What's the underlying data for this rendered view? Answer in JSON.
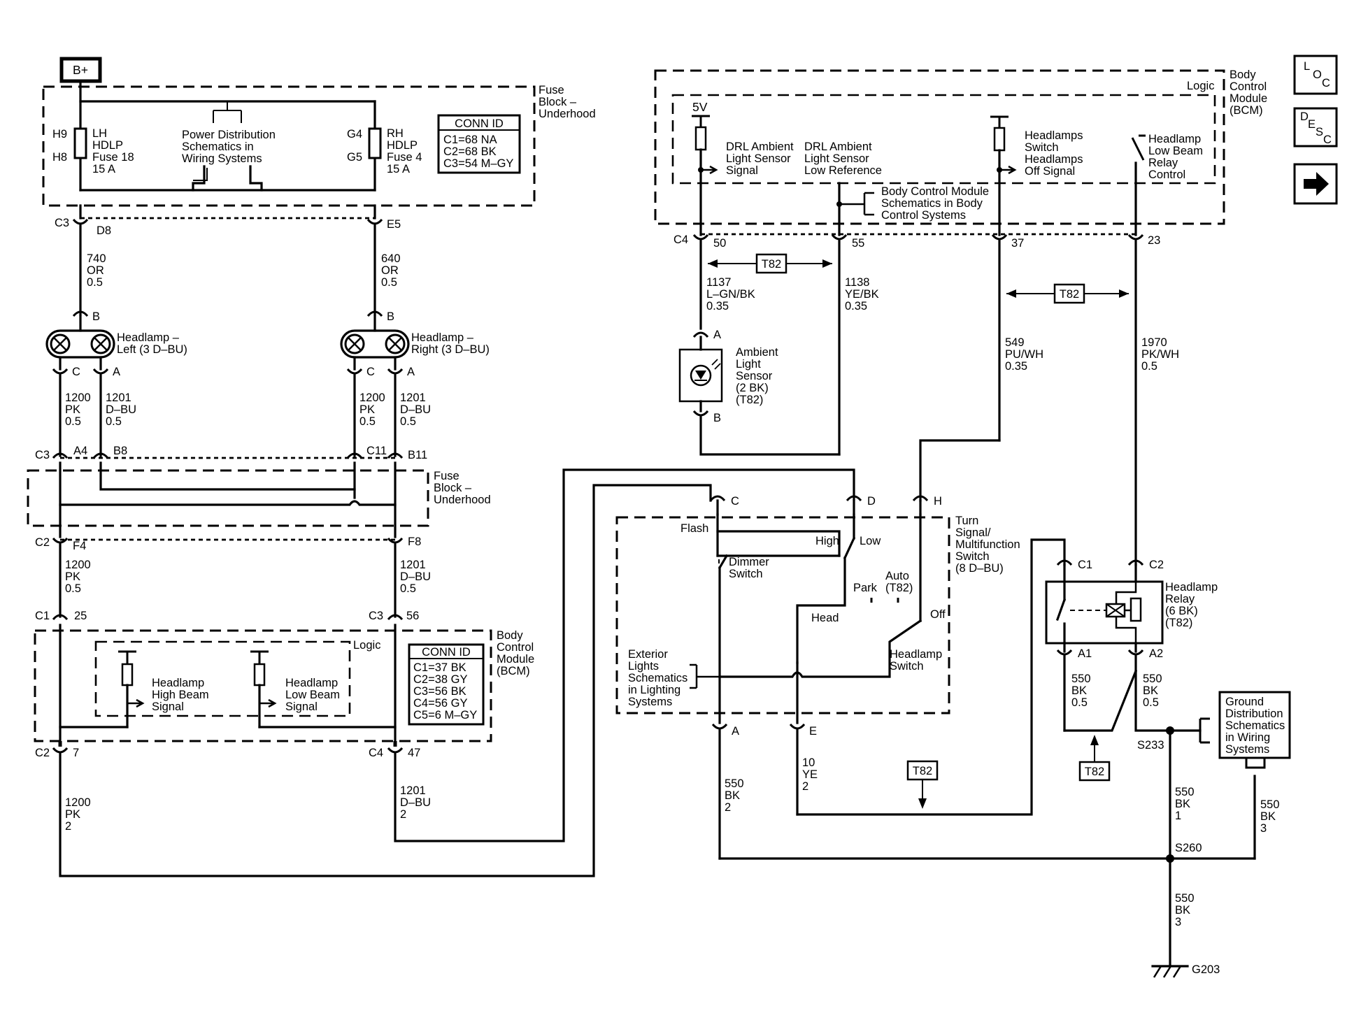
{
  "power": {
    "bplus": "B+"
  },
  "fuse_block_top": {
    "label": [
      "Fuse",
      "Block –",
      "Underhood"
    ],
    "left_fuse": {
      "pins": [
        "H9",
        "H8"
      ],
      "label": [
        "LH",
        "HDLP",
        "Fuse 18",
        "15 A"
      ]
    },
    "right_fuse": {
      "pins": [
        "G4",
        "G5"
      ],
      "label": [
        "RH",
        "HDLP",
        "Fuse 4",
        "15 A"
      ]
    },
    "power_dist": [
      "Power Distribution",
      "Schematics in",
      "Wiring Systems"
    ],
    "conn_id": {
      "title": "CONN ID",
      "rows": [
        "C1=68 NA",
        "C2=68 BK",
        "C3=54 M–GY"
      ]
    }
  },
  "connectors": {
    "c3": "C3",
    "d8": "D8",
    "e5": "E5",
    "c3b": "C3",
    "a4": "A4",
    "b8": "B8",
    "c11": "C11",
    "b11": "B11",
    "c2": "C2",
    "f4": "F4",
    "f8": "F8",
    "c1": "C1",
    "p25": "25",
    "c3c": "C3",
    "p56": "56",
    "c2b": "C2",
    "p7": "7",
    "c4": "C4",
    "p47": "47",
    "bcm_c4": "C4",
    "p50": "50",
    "p55": "55",
    "p37": "37",
    "p23": "23"
  },
  "wires": {
    "w740": [
      "740",
      "OR",
      "0.5"
    ],
    "w640": [
      "640",
      "OR",
      "0.5"
    ],
    "l1200": [
      "1200",
      "PK",
      "0.5"
    ],
    "l1201": [
      "1201",
      "D–BU",
      "0.5"
    ],
    "r1200": [
      "1200",
      "PK",
      "0.5"
    ],
    "r1201": [
      "1201",
      "D–BU",
      "0.5"
    ],
    "m1200": [
      "1200",
      "PK",
      "0.5"
    ],
    "m1201": [
      "1201",
      "D–BU",
      "0.5"
    ],
    "b1200": [
      "1200",
      "PK",
      "2"
    ],
    "b1201": [
      "1201",
      "D–BU",
      "2"
    ],
    "w1137": [
      "1137",
      "L–GN/BK",
      "0.35"
    ],
    "w1138": [
      "1138",
      "YE/BK",
      "0.35"
    ],
    "w549": [
      "549",
      "PU/WH",
      "0.35"
    ],
    "w1970": [
      "1970",
      "PK/WH",
      "0.5"
    ],
    "w550a": [
      "550",
      "BK",
      "2"
    ],
    "w10": [
      "10",
      "YE",
      "2"
    ],
    "w550a1": [
      "550",
      "BK",
      "0.5"
    ],
    "w550a2": [
      "550",
      "BK",
      "0.5"
    ],
    "w550_1": [
      "550",
      "BK",
      "1"
    ],
    "w550_3a": [
      "550",
      "BK",
      "3"
    ],
    "w550_3b": [
      "550",
      "BK",
      "3"
    ]
  },
  "headlamps": {
    "left": {
      "label": [
        "Headlamp –",
        "Left (3 D–BU)"
      ],
      "pin_b": "B",
      "pin_c": "C",
      "pin_a": "A"
    },
    "right": {
      "label": [
        "Headlamp –",
        "Right (3 D–BU)"
      ],
      "pin_b": "B",
      "pin_c": "C",
      "pin_a": "A"
    }
  },
  "fuse_block_mid": {
    "label": [
      "Fuse",
      "Block –",
      "Underhood"
    ]
  },
  "bcm_bottom": {
    "label": [
      "Body",
      "Control",
      "Module",
      "(BCM)"
    ],
    "logic": "Logic",
    "high_beam": [
      "Headlamp",
      "High Beam",
      "Signal"
    ],
    "low_beam": [
      "Headlamp",
      "Low Beam",
      "Signal"
    ],
    "conn_id": {
      "title": "CONN ID",
      "rows": [
        "C1=37 BK",
        "C2=38 GY",
        "C3=56 BK",
        "C4=56 GY",
        "C5=6 M–GY"
      ]
    }
  },
  "bcm_top": {
    "label": [
      "Body",
      "Control",
      "Module",
      "(BCM)"
    ],
    "logic": "Logic",
    "five_v": "5V",
    "drl_signal": [
      "DRL Ambient",
      "Light Sensor",
      "Signal"
    ],
    "drl_low": [
      "DRL Ambient",
      "Light Sensor",
      "Low Reference"
    ],
    "hl_switch": [
      "Headlamps",
      "Switch",
      "Headlamps",
      "Off Signal"
    ],
    "hl_relay": [
      "Headlamp",
      "Low Beam",
      "Relay",
      "Control"
    ],
    "schem_ref": [
      "Body Control Module",
      "Schematics in Body",
      "Control Systems"
    ]
  },
  "t82": "T82",
  "sensor": {
    "label": [
      "Ambient",
      "Light",
      "Sensor",
      "(2 BK)",
      "(T82)"
    ],
    "pin_a": "A",
    "pin_b": "B"
  },
  "switch": {
    "label": [
      "Turn",
      "Signal/",
      "Multifunction",
      "Switch",
      "(8 D–BU)"
    ],
    "pin_c": "C",
    "pin_d": "D",
    "pin_h": "H",
    "pin_a": "A",
    "pin_e": "E",
    "flash": "Flash",
    "high": "High",
    "low": "Low",
    "dimmer": [
      "Dimmer",
      "Switch"
    ],
    "park": "Park",
    "auto": [
      "Auto",
      "(T82)"
    ],
    "head": "Head",
    "off": "Off",
    "hl_switch": [
      "Headlamp",
      "Switch"
    ],
    "ext": [
      "Exterior",
      "Lights",
      "Schematics",
      "in Lighting",
      "Systems"
    ]
  },
  "relay": {
    "label": [
      "Headlamp",
      "Relay",
      "(6 BK)",
      "(T82)"
    ],
    "c1": "C1",
    "c2": "C2",
    "a1": "A1",
    "a2": "A2"
  },
  "ground": {
    "dist": [
      "Ground",
      "Distribution",
      "Schematics",
      "in Wiring",
      "Systems"
    ],
    "s233": "S233",
    "s260": "S260",
    "g203": "G203"
  },
  "nav": {
    "loc": [
      "L",
      "O",
      "C"
    ],
    "desc": [
      "D",
      "E",
      "S",
      "C"
    ],
    "next_icon": "arrow-right-icon"
  }
}
